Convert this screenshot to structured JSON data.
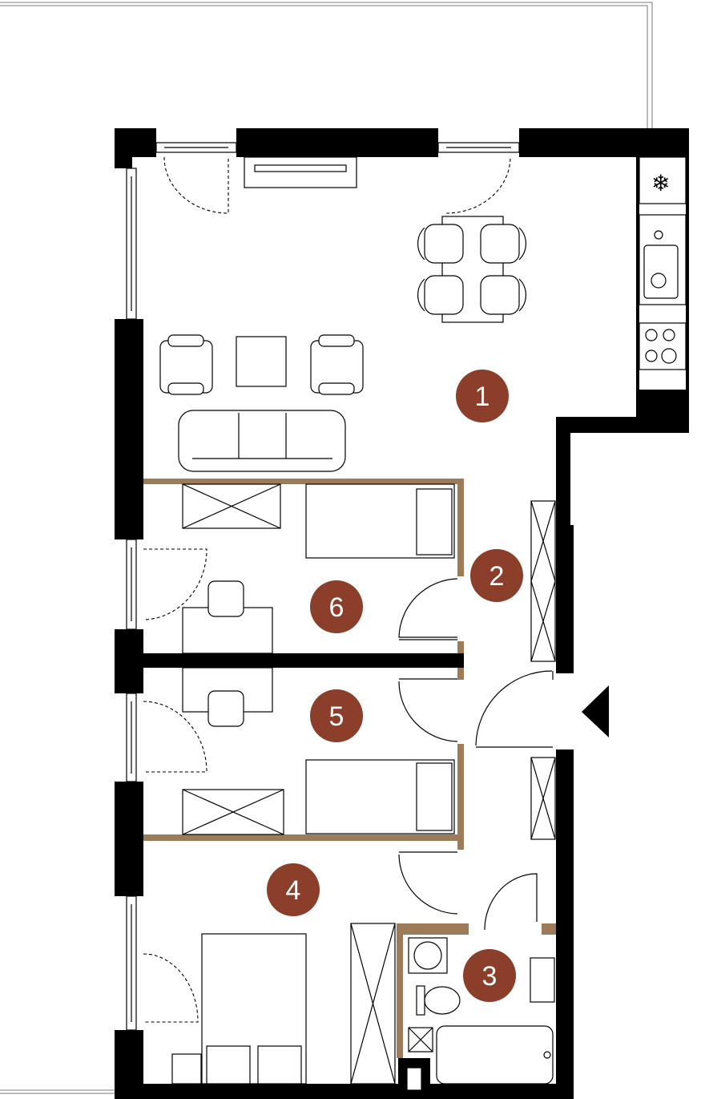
{
  "plan": {
    "accent_color": "#8b3e2a",
    "partition_color": "#9b7b58",
    "wall_color": "#000000",
    "entrance_icon": "entrance-arrow-icon",
    "rooms": [
      {
        "id": "room-1",
        "label": "1"
      },
      {
        "id": "room-2",
        "label": "2"
      },
      {
        "id": "room-3",
        "label": "3"
      },
      {
        "id": "room-4",
        "label": "4"
      },
      {
        "id": "room-5",
        "label": "5"
      },
      {
        "id": "room-6",
        "label": "6"
      }
    ]
  }
}
